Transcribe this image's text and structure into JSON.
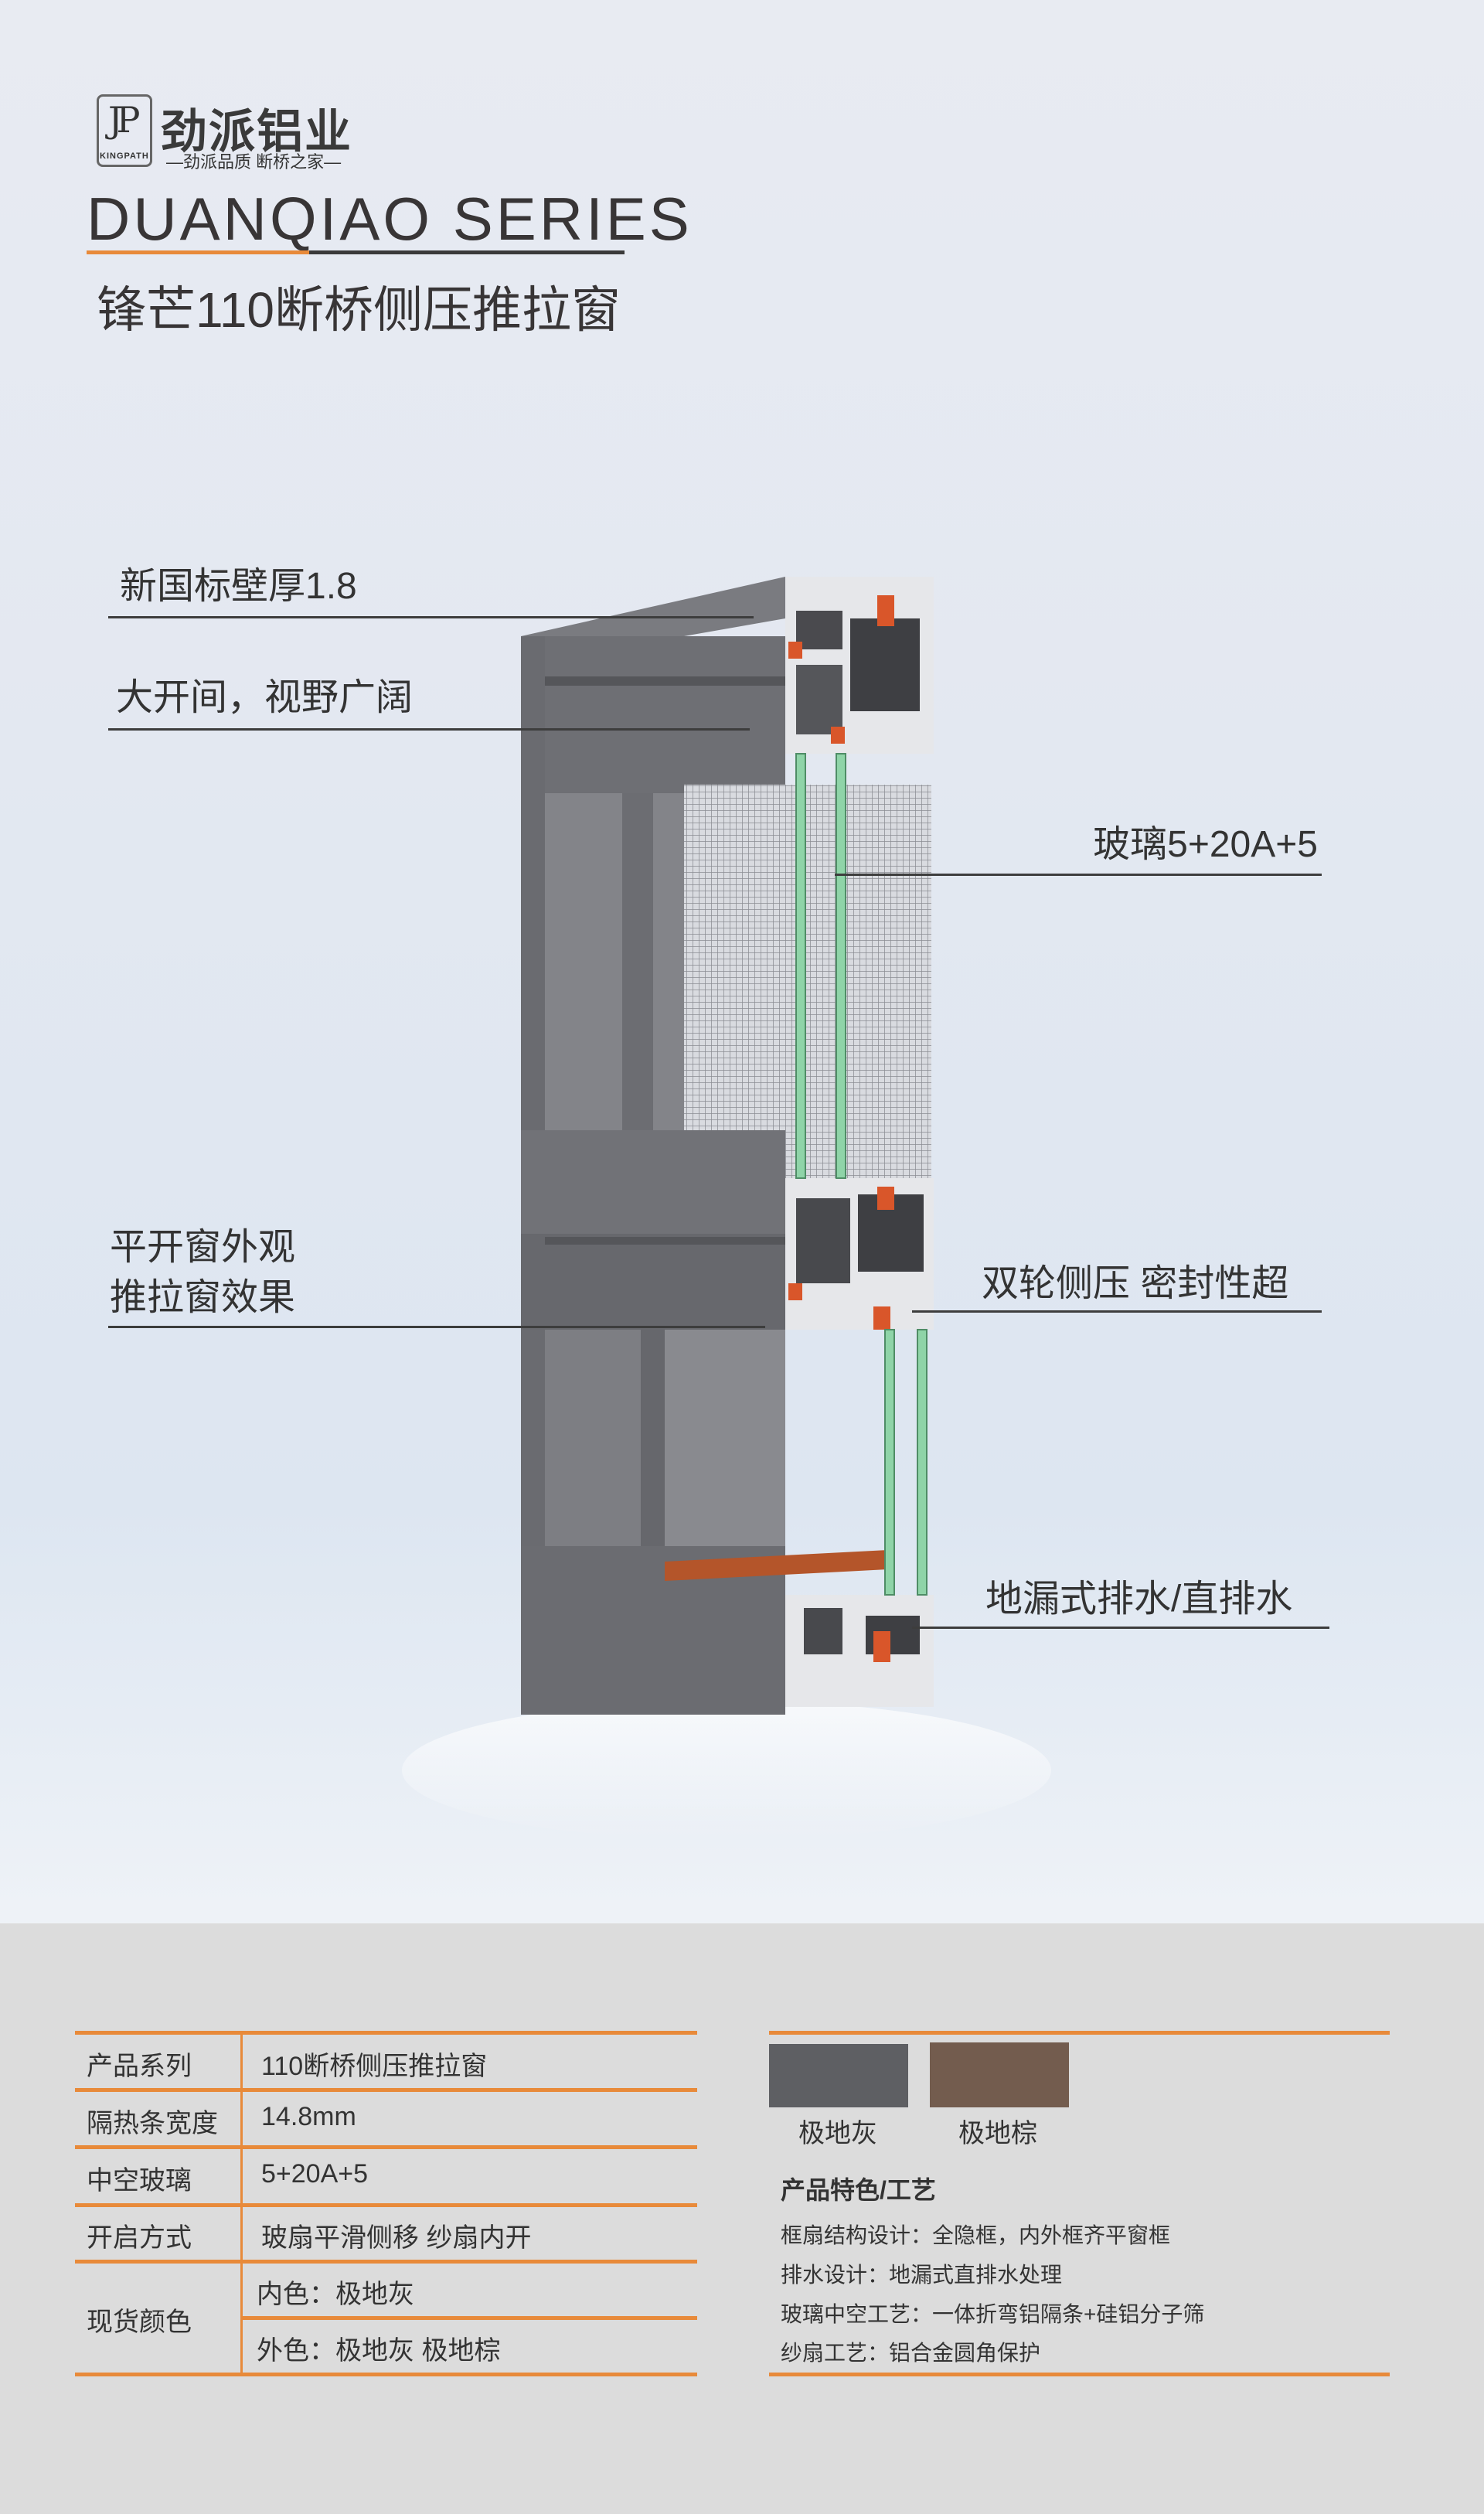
{
  "brand": {
    "logo_letters": "JP",
    "logo_sub": "KINGPATH",
    "name": "劲派铝业",
    "slogan": "—劲派品质 断桥之家—"
  },
  "header": {
    "series": "DUANQIAO SERIES",
    "title": "锋芒110断桥侧压推拉窗"
  },
  "callouts": {
    "wall": "新国标壁厚1.8",
    "view": "大开间，视野广阔",
    "glass": "玻璃5+20A+5",
    "look_1": "平开窗外观",
    "look_2": "推拉窗效果",
    "seal": "双轮侧压 密封性超",
    "drain": "地漏式排水/直排水"
  },
  "specs": [
    {
      "label": "产品系列",
      "value": "110断桥侧压推拉窗"
    },
    {
      "label": "隔热条宽度",
      "value": "14.8mm"
    },
    {
      "label": "中空玻璃",
      "value": "5+20A+5"
    },
    {
      "label": "开启方式",
      "value": "玻扇平滑侧移 纱扇内开"
    },
    {
      "label": "现货颜色",
      "value_inner": "内色：极地灰",
      "value_outer": "外色：极地灰  极地棕"
    }
  ],
  "colors": [
    {
      "name": "极地灰",
      "hex": "#5e5f63"
    },
    {
      "name": "极地棕",
      "hex": "#735c4e"
    }
  ],
  "features": {
    "heading": "产品特色/工艺",
    "items": [
      "框扇结构设计：全隐框，内外框齐平窗框",
      "排水设计：地漏式直排水处理",
      "玻璃中空工艺：一体折弯铝隔条+硅铝分子筛",
      "纱扇工艺：铝合金圆角保护"
    ]
  },
  "accent": "#e88a3a"
}
